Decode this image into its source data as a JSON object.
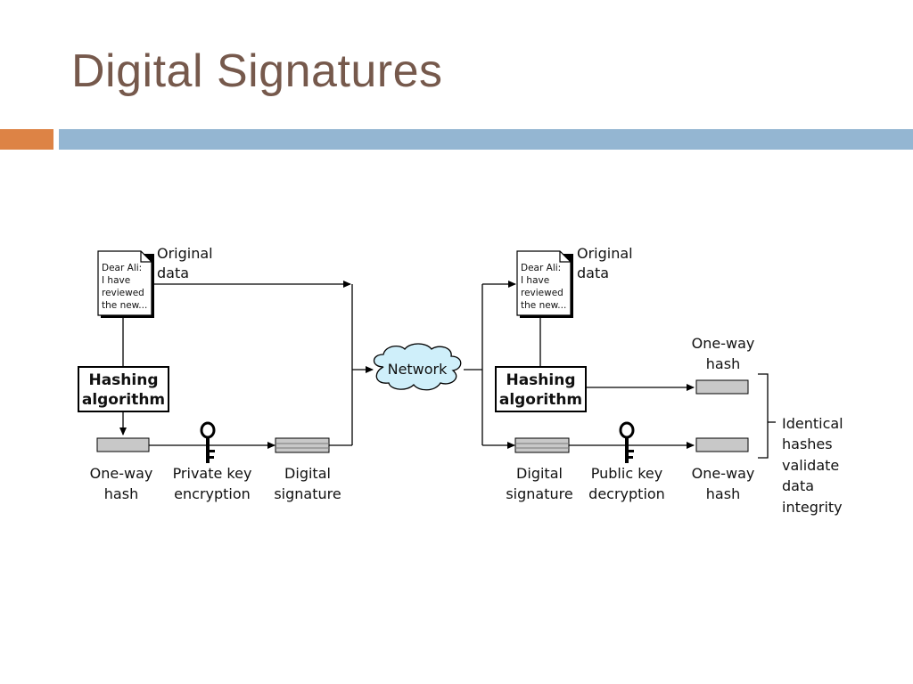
{
  "slide": {
    "title": "Digital Signatures",
    "colors": {
      "title": "#76594c",
      "accent_orange": "#dd8345",
      "accent_blue": "#94b6d2"
    }
  },
  "diagram": {
    "document_lines": [
      "Dear Ali:",
      "I have",
      "reviewed",
      "the new..."
    ],
    "sender": {
      "original_data": [
        "Original",
        "data"
      ],
      "hashing_box": [
        "Hashing",
        "algorithm"
      ],
      "one_way_hash": [
        "One-way",
        "hash"
      ],
      "private_key": [
        "Private key",
        "encryption"
      ],
      "digital_signature": [
        "Digital",
        "signature"
      ]
    },
    "network": "Network",
    "receiver": {
      "original_data": [
        "Original",
        "data"
      ],
      "hashing_box": [
        "Hashing",
        "algorithm"
      ],
      "digital_signature": [
        "Digital",
        "signature"
      ],
      "public_key": [
        "Public key",
        "decryption"
      ],
      "one_way_hash_top": [
        "One-way",
        "hash"
      ],
      "one_way_hash_bottom": [
        "One-way",
        "hash"
      ]
    },
    "result": [
      "Identical",
      "hashes",
      "validate",
      "data",
      "integrity"
    ]
  }
}
